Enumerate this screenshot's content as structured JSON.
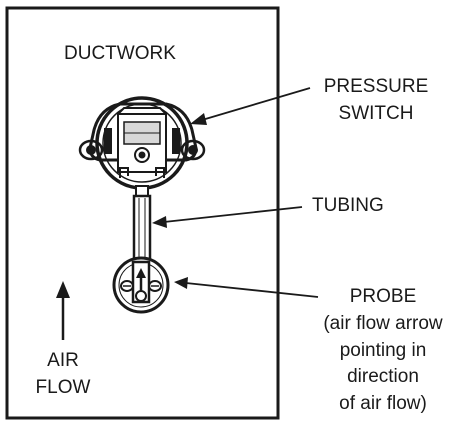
{
  "labels": {
    "ductwork": "DUCTWORK",
    "pressure_switch_line1": "PRESSURE",
    "pressure_switch_line2": "SWITCH",
    "tubing": "TUBING",
    "probe_line1": "PROBE",
    "probe_line2": "(air flow arrow",
    "probe_line3": "pointing in",
    "probe_line4": "direction",
    "probe_line5": "of air flow)",
    "air_flow_line1": "AIR",
    "air_flow_line2": "FLOW"
  },
  "colors": {
    "ink": "#1a1a1a",
    "background": "#ffffff"
  },
  "icons": {
    "pressure_switch": "pressure-switch-icon",
    "tubing": "tubing-icon",
    "probe": "probe-icon",
    "air_flow_arrow": "up-arrow-icon"
  }
}
